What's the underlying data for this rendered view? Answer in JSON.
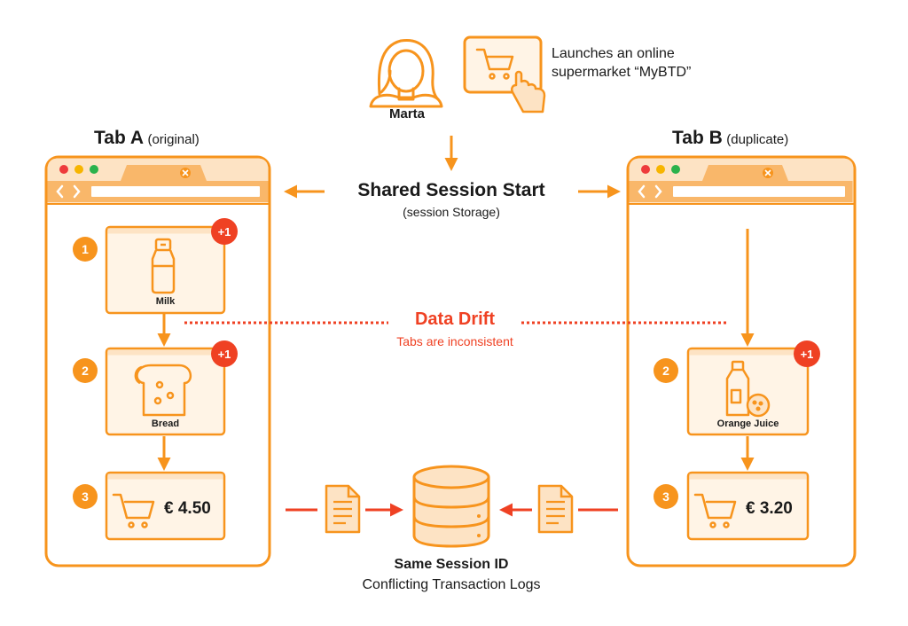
{
  "user": {
    "name": "Marta",
    "action": "Launches an online supermarket “MyBTD”"
  },
  "tab_a": {
    "title": "Tab A",
    "subtitle": "(original)"
  },
  "tab_b": {
    "title": "Tab B",
    "subtitle": "(duplicate)"
  },
  "session": {
    "title": "Shared Session Start",
    "subtitle": "(session Storage)"
  },
  "drift": {
    "title": "Data Drift",
    "subtitle": "Tabs are inconsistent"
  },
  "tab_a_steps": [
    {
      "number": "1",
      "badge": "+1",
      "label": "Milk"
    },
    {
      "number": "2",
      "badge": "+1",
      "label": "Bread"
    },
    {
      "number": "3",
      "price": "€ 4.50"
    }
  ],
  "tab_b_steps": [
    {
      "number": "2",
      "badge": "+1",
      "label": "Orange Juice"
    },
    {
      "number": "3",
      "price": "€ 3.20"
    }
  ],
  "database": {
    "title": "Same Session ID",
    "subtitle": "Conflicting Transaction Logs"
  },
  "colors": {
    "orange": "#f7941d",
    "orange_light": "#fde3c4",
    "orange_bg": "#fff4e6",
    "red": "#ef4123",
    "dot_red": "#ee3b3b",
    "dot_yellow": "#f7b500",
    "dot_green": "#2bb24c"
  }
}
